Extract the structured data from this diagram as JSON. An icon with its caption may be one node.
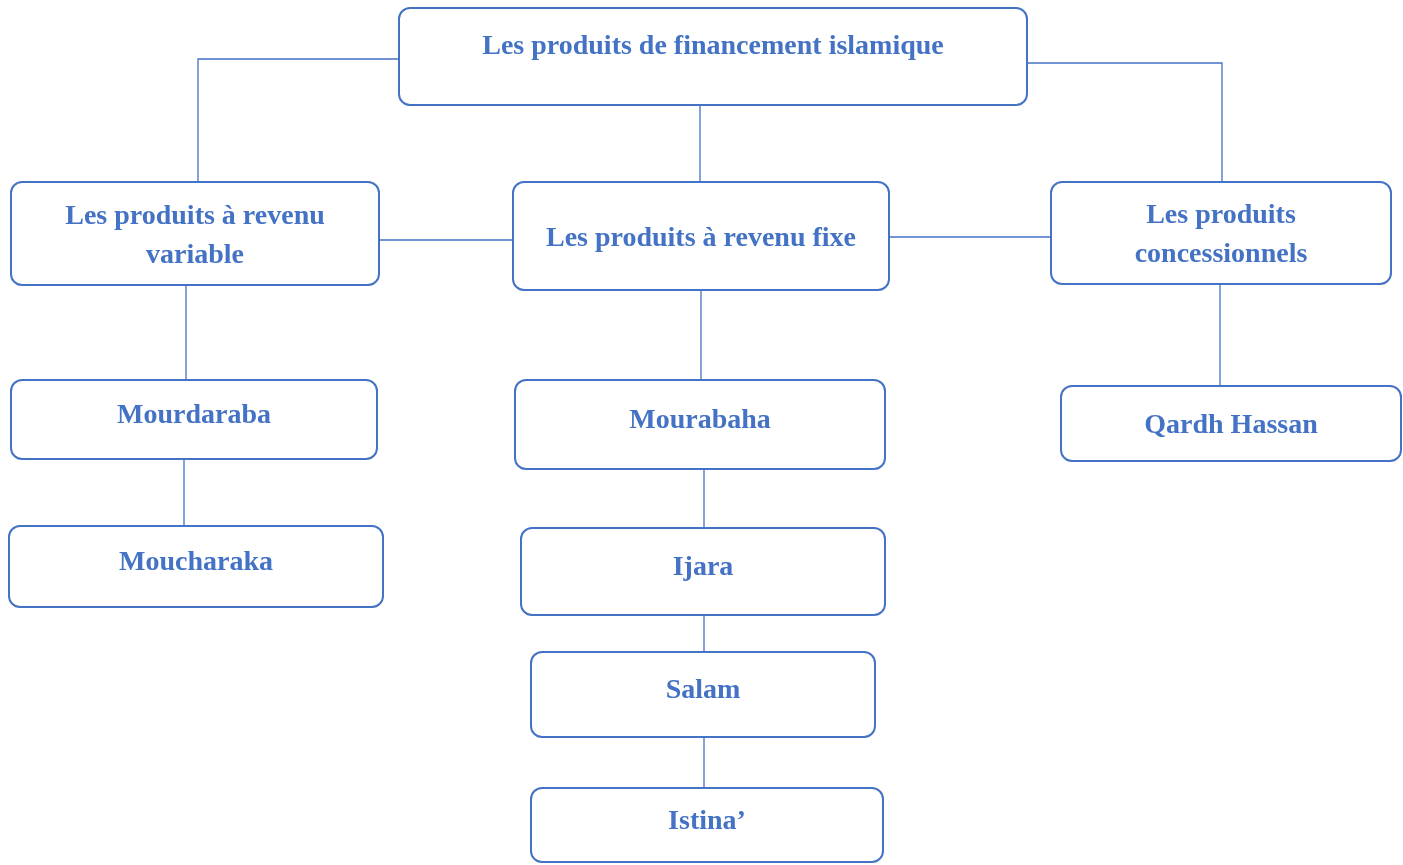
{
  "diagram": {
    "nodes": [
      {
        "text": [
          "Les produits de financement islamique"
        ]
      },
      {
        "text": [
          "Les produits à revenu variable"
        ]
      },
      {
        "text": [
          "Les produits à revenu fixe"
        ]
      },
      {
        "text": [
          "Les produits concessionnels"
        ]
      },
      {
        "text": [
          "Mourdaraba"
        ]
      },
      {
        "text": [
          "Moucharaka"
        ]
      },
      {
        "text": [
          "Mourabaha"
        ]
      },
      {
        "text": [
          "Ijara"
        ]
      },
      {
        "text": [
          "Salam"
        ]
      },
      {
        "text": [
          "Istina’"
        ]
      },
      {
        "text": [
          "Qardh Hassan"
        ]
      }
    ],
    "edges": [
      {
        "from": 0,
        "to": 1,
        "arrow": "none"
      },
      {
        "from": 0,
        "to": 2,
        "arrow": "none"
      },
      {
        "from": 0,
        "to": 3,
        "arrow": "none"
      },
      {
        "from": 1,
        "to": 2,
        "arrow": "none"
      },
      {
        "from": 2,
        "to": 3,
        "arrow": "none"
      },
      {
        "from": 1,
        "to": 4,
        "arrow": "none"
      },
      {
        "from": 4,
        "to": 5,
        "arrow": "none"
      },
      {
        "from": 2,
        "to": 6,
        "arrow": "none"
      },
      {
        "from": 6,
        "to": 7,
        "arrow": "none"
      },
      {
        "from": 7,
        "to": 8,
        "arrow": "none"
      },
      {
        "from": 8,
        "to": 9,
        "arrow": "none"
      },
      {
        "from": 3,
        "to": 10,
        "arrow": "none"
      }
    ]
  }
}
